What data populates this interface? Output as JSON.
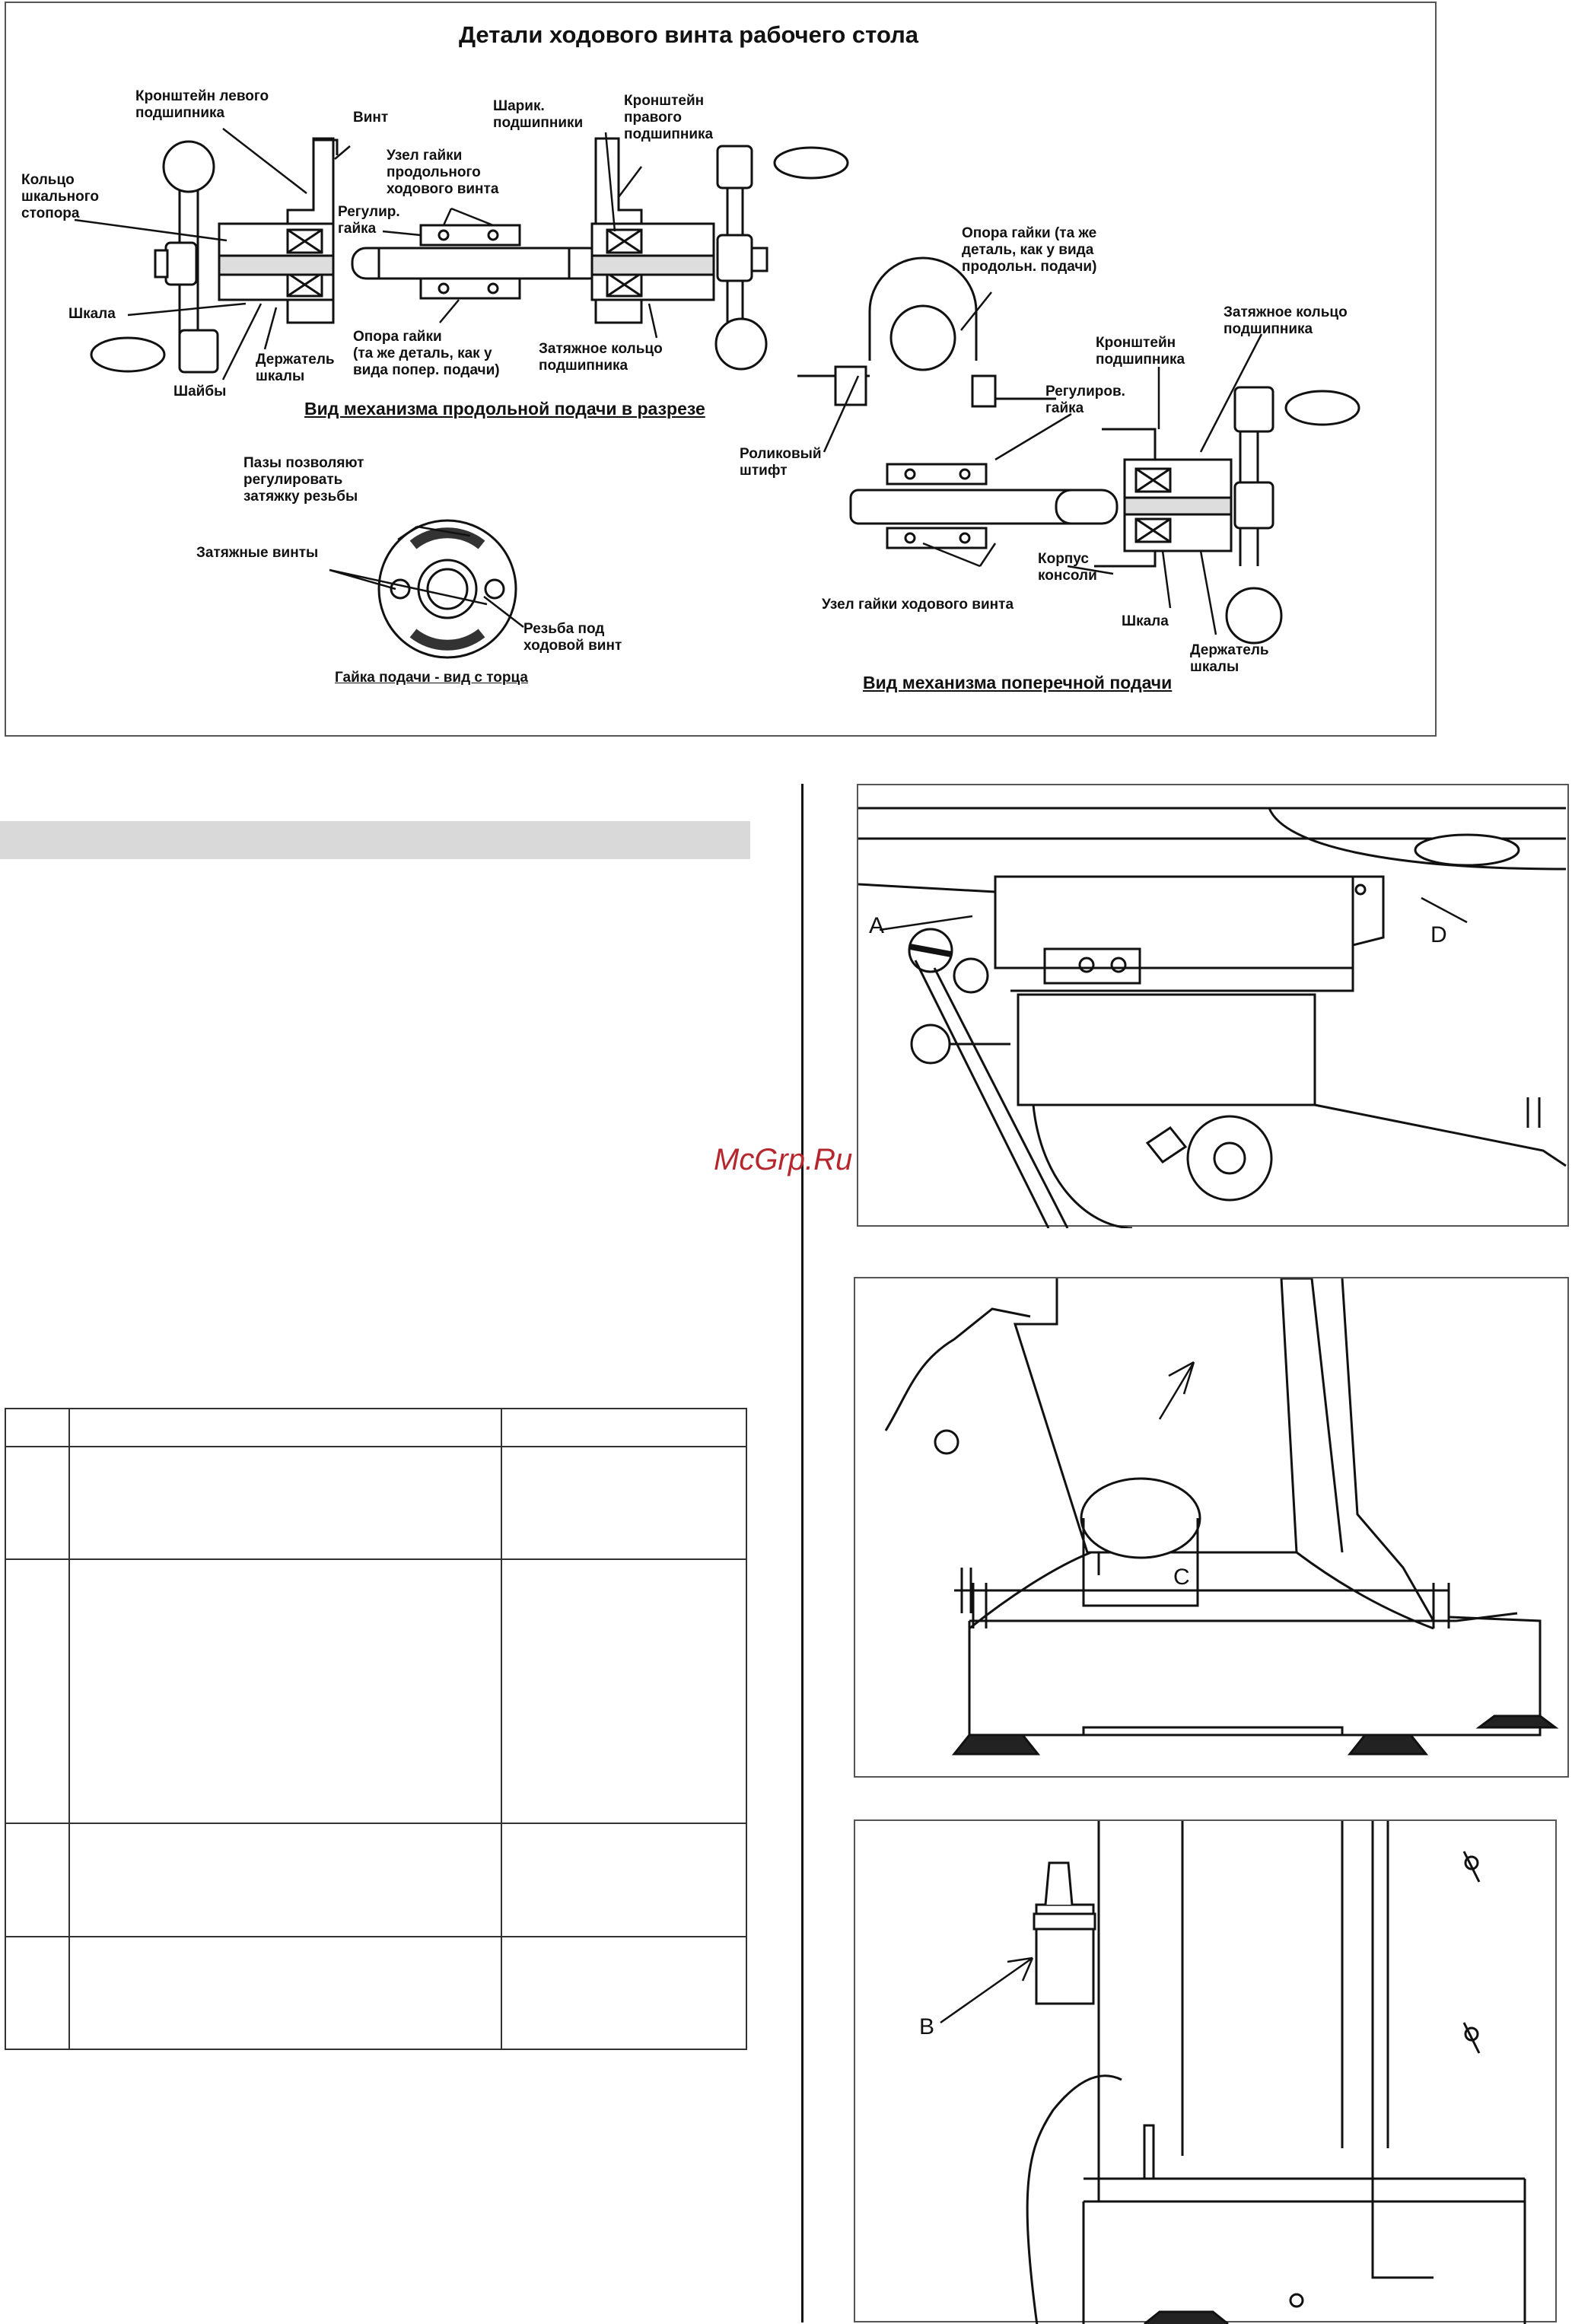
{
  "top_diagram": {
    "title": "Детали ходового винта рабочего стола",
    "longitudinal_view": {
      "caption": "Вид механизма продольной подачи в разрезе",
      "labels": {
        "left_bearing_bracket": "Кронштейн левого\nподшипника",
        "screw": "Винт",
        "dial_lock_ring": "Кольцо\nшкального\nстопора",
        "longitudinal_nut_assembly": "Узел гайки\nпродольного\nходового винта",
        "adjusting_nut": "Регулир.\nгайка",
        "ball_bearings": "Шарик.\nподшипники",
        "right_bearing_bracket": "Кронштейн\nправого\nподшипника",
        "dial": "Шкала",
        "washers": "Шайбы",
        "dial_holder": "Держатель\nшкалы",
        "nut_support": "Опора гайки\n(та же деталь, как у\nвида попер. подачи)",
        "bearing_clamp_ring": "Затяжное кольцо\nподшипника"
      }
    },
    "end_view": {
      "caption": "Гайка подачи - вид с торца",
      "labels": {
        "slots": "Пазы позволяют\nрегулировать\nзатяжку резьбы",
        "clamp_screws": "Затяжные винты",
        "thread": "Резьба под\nходовой винт"
      }
    },
    "cross_view": {
      "caption": "Вид механизма поперечной подачи",
      "labels": {
        "nut_support": "Опора гайки (та же\nдеталь, как у вида\nпродольн. подачи)",
        "bearing_clamp_ring": "Затяжное кольцо\nподшипника",
        "bearing_bracket": "Кронштейн\nподшипника",
        "adjusting_nut": "Регулиров.\nгайка",
        "roller_pin": "Роликовый\nштифт",
        "console_body": "Корпус\nконсоли",
        "nut_assembly": "Узел гайки ходового винта",
        "dial": "Шкала",
        "dial_holder": "Держатель\nшкалы"
      }
    }
  },
  "watermark": "McGrp.Ru",
  "figures": {
    "head_letters": [
      "A",
      "D"
    ],
    "base_letter": "C",
    "column_letter": "B"
  },
  "colors": {
    "section_bar": "#d9d9d9",
    "watermark": "#b5272d"
  }
}
